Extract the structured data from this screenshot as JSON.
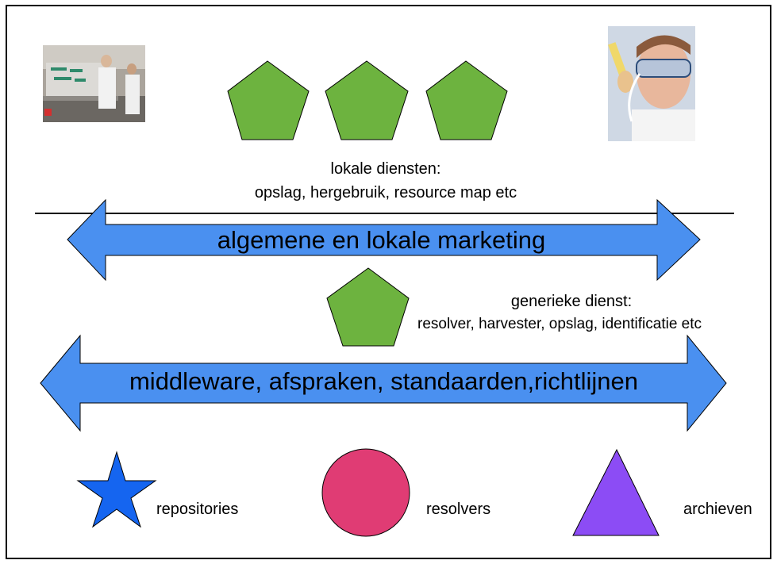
{
  "local_services": {
    "title": "lokale diensten:",
    "items": "opslag, hergebruik, resource map etc"
  },
  "marketing_arrow": {
    "label": "algemene en lokale marketing"
  },
  "generic_service": {
    "title": "generieke dienst:",
    "items": "resolver, harvester, opslag, identificatie etc"
  },
  "middleware_arrow": {
    "label": "middleware, afspraken, standaarden,richtlijnen"
  },
  "legend": {
    "repositories": "repositories",
    "resolvers": "resolvers",
    "archives": "archieven"
  },
  "colors": {
    "pentagon": "#6db33f",
    "arrow": "#4a90f0",
    "star": "#1565f0",
    "circle": "#e03c74",
    "triangle": "#8c4cf5"
  },
  "icons": {
    "left_photo": "laboratory-photo",
    "right_photo": "scientist-photo"
  }
}
